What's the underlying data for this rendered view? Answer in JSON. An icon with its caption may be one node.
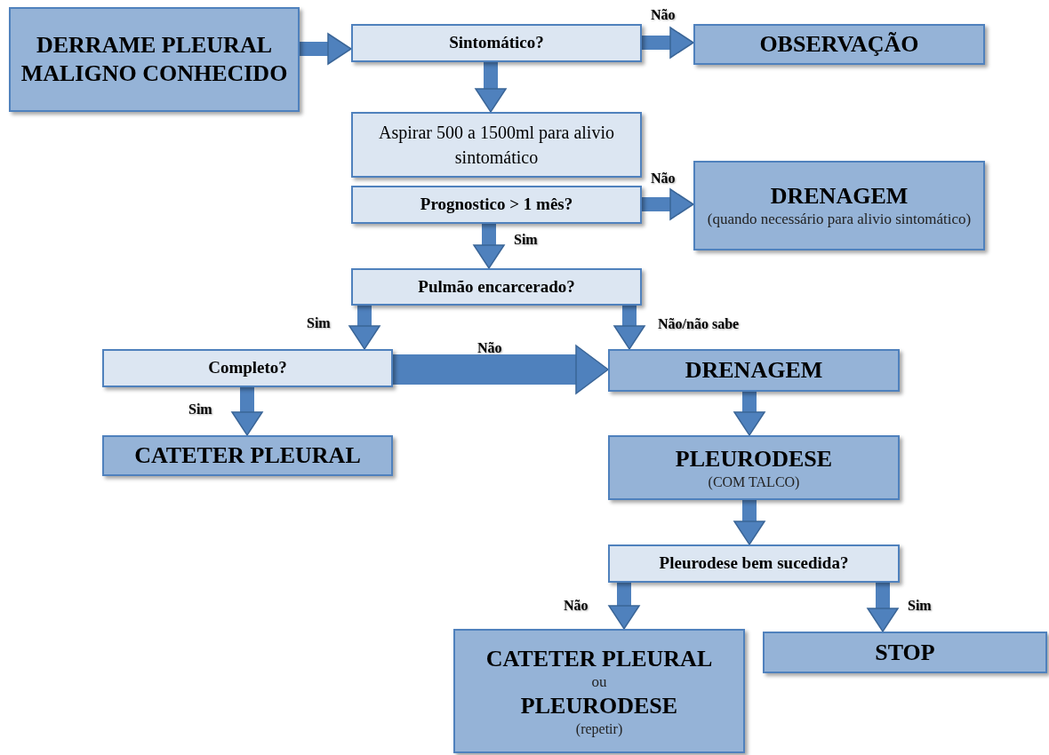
{
  "diagram": {
    "nodes": [
      {
        "text": [
          "DERRAME PLEURAL MALIGNO CONHECIDO"
        ]
      },
      {
        "text": [
          "Sintomático?"
        ]
      },
      {
        "text": [
          "OBSERVAÇÃO"
        ]
      },
      {
        "text": [
          "Aspirar 500 a 1500ml para alivio sintomático"
        ]
      },
      {
        "text": [
          "Prognostico > 1 mês?"
        ]
      },
      {
        "text": [
          "DRENAGEM",
          "(quando necessário para alivio sintomático)"
        ]
      },
      {
        "text": [
          "Pulmão encarcerado?"
        ]
      },
      {
        "text": [
          "Completo?"
        ]
      },
      {
        "text": [
          "DRENAGEM"
        ]
      },
      {
        "text": [
          "CATETER PLEURAL"
        ]
      },
      {
        "text": [
          "PLEURODESE",
          "(COM TALCO)"
        ]
      },
      {
        "text": [
          "Pleurodese bem sucedida?"
        ]
      },
      {
        "text": [
          "CATETER PLEURAL",
          "ou",
          "PLEURODESE",
          "(repetir)"
        ]
      },
      {
        "text": [
          "STOP"
        ]
      }
    ],
    "edges": [
      {
        "from": 0,
        "to": 1,
        "arrow": "to"
      },
      {
        "from": 1,
        "to": 2,
        "arrow": "to",
        "label": "Não"
      },
      {
        "from": 1,
        "to": 3,
        "arrow": "to"
      },
      {
        "from": 4,
        "to": 5,
        "arrow": "to",
        "label": "Não"
      },
      {
        "from": 4,
        "to": 6,
        "arrow": "to",
        "label": "Sim"
      },
      {
        "from": 6,
        "to": 7,
        "arrow": "to",
        "label": "Sim"
      },
      {
        "from": 6,
        "to": 8,
        "arrow": "to",
        "label": "Não/não sabe"
      },
      {
        "from": 7,
        "to": 8,
        "arrow": "to",
        "label": "Não",
        "style": "thick"
      },
      {
        "from": 7,
        "to": 9,
        "arrow": "to",
        "label": "Sim"
      },
      {
        "from": 8,
        "to": 10,
        "arrow": "to"
      },
      {
        "from": 10,
        "to": 11,
        "arrow": "to"
      },
      {
        "from": 11,
        "to": 12,
        "arrow": "to",
        "label": "Não"
      },
      {
        "from": 11,
        "to": 13,
        "arrow": "to",
        "label": "Sim"
      }
    ]
  }
}
